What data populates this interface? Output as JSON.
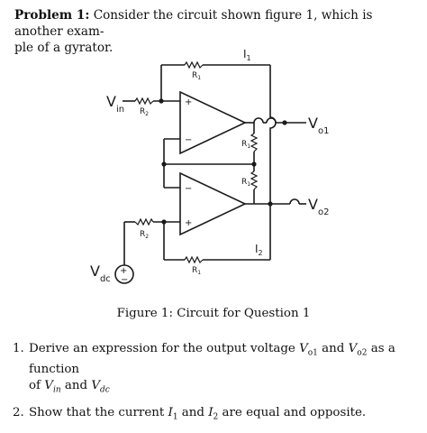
{
  "problem": {
    "label": "Problem 1:",
    "text": "Consider the circuit shown figure 1, which is another exam-",
    "text_line2": "ple of a gyrator."
  },
  "circuit": {
    "labels": {
      "I1": "I",
      "I1_sub": "1",
      "I2": "I",
      "I2_sub": "2",
      "R1_top": "R",
      "R1_top_sub": "1",
      "R1_mid": "R",
      "R1_mid_sub": "1",
      "R1_low": "R",
      "R1_low_sub": "1",
      "R1_bottom": "R",
      "R1_bottom_sub": "1",
      "R2_top": "R",
      "R2_top_sub": "2",
      "R2_bottom": "R",
      "R2_bottom_sub": "2",
      "Vin": "V",
      "Vin_sub": "in",
      "Vo1": "V",
      "Vo1_sub": "o1",
      "Vo2": "V",
      "Vo2_sub": "o2",
      "Vdc": "V",
      "Vdc_sub": "dc",
      "plus_top": "+",
      "minus_top": "−",
      "plus_bottom": "+",
      "minus_bottom": "−",
      "source_plus": "+",
      "source_minus": "−"
    }
  },
  "figure": {
    "caption": "Figure 1: Circuit for Question 1"
  },
  "questions": [
    {
      "num": "1.",
      "text_a": "Derive an expression for the output voltage ",
      "V": "V",
      "o1": "o1",
      "and1": " and ",
      "V2": "V",
      "o2": "o2",
      "text_b": " as a function",
      "text_c": "of ",
      "V3": "V",
      "in": "in",
      "and2": " and ",
      "V4": "V",
      "dc": "dc"
    },
    {
      "num": "2.",
      "text_a": "Show that the current ",
      "I": "I",
      "i1": "1",
      "and": " and ",
      "I2": "I",
      "i2": "2",
      "text_b": " are equal and opposite."
    }
  ]
}
